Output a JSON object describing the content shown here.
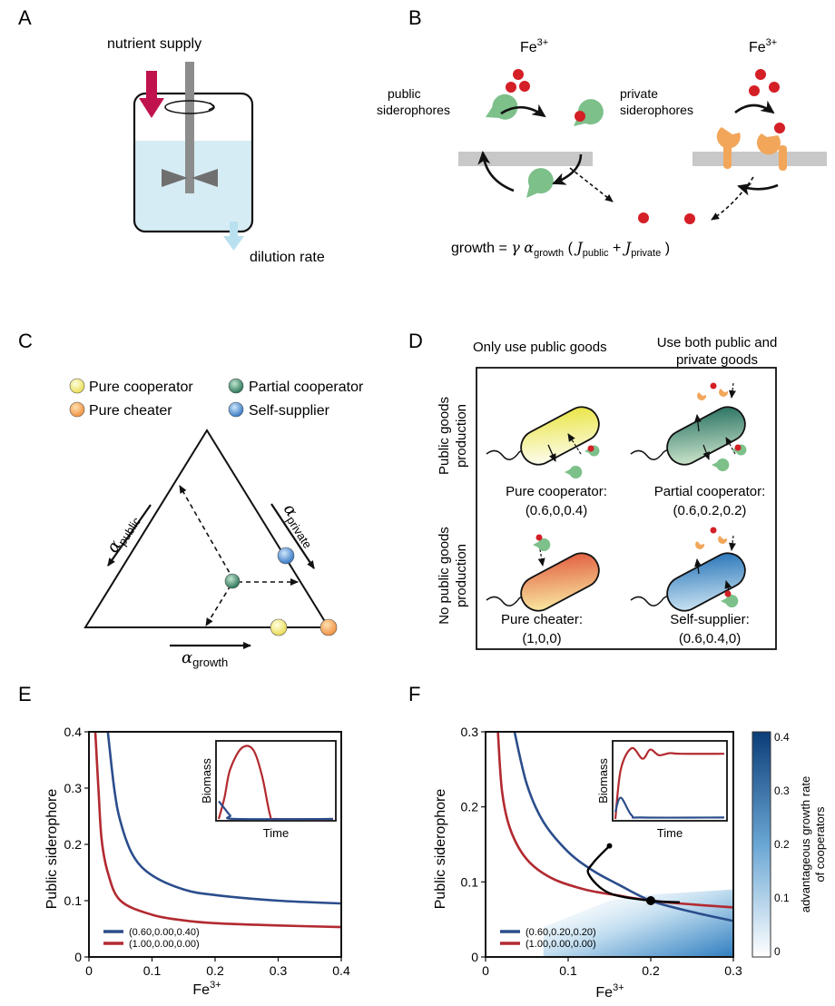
{
  "panels": {
    "A": {
      "letter": "A",
      "nutrient_supply": "nutrient supply",
      "dilution_rate": "dilution rate",
      "colors": {
        "arrow_in": "#c0134e",
        "arrow_out": "#b9e0ee",
        "medium": "#d6ecf4",
        "rod": "#8c8c8c"
      }
    },
    "B": {
      "letter": "B",
      "fe_left": "Fe",
      "fe_left_sup": "3+",
      "fe_right": "Fe",
      "fe_right_sup": "3+",
      "public_line1": "public",
      "public_line2": "siderophores",
      "private_line1": "private",
      "private_line2": "siderophores",
      "equation": {
        "growth": "growth = ",
        "gamma": "γ",
        "alpha": "α",
        "alpha_sub": "growth",
        "open": "(",
        "J1": "J",
        "J1_sub": "public",
        "plus": "+",
        "J2": "J",
        "J2_sub": "private",
        "close": ")"
      },
      "colors": {
        "iron": "#d41f26",
        "public": "#7dc08a",
        "private": "#f2a65a",
        "membrane": "#c8c8c8"
      }
    },
    "C": {
      "letter": "C",
      "legend": [
        {
          "label": "Pure cooperator",
          "color": "#f4ef8a"
        },
        {
          "label": "Partial cooperator",
          "color": "#3d8a6a"
        },
        {
          "label": "Pure cheater",
          "color": "#f4a35a"
        },
        {
          "label": "Self-supplier",
          "color": "#4a8fd0"
        }
      ],
      "alpha": "α",
      "sub_public": "public",
      "sub_private": "private",
      "sub_growth": "growth"
    },
    "D": {
      "letter": "D",
      "col1": "Only use public goods",
      "col2_line1": "Use both public and",
      "col2_line2": "private goods",
      "row1_line1": "Public goods",
      "row1_line2": "production",
      "row2_line1": "No public goods",
      "row2_line2": "production",
      "cells": [
        {
          "name": "Pure cooperator:",
          "tuple": "(0.6,0,0.4)",
          "color1": "#ffffff",
          "color2": "#e8e33a"
        },
        {
          "name": "Partial cooperator:",
          "tuple": "(0.6,0.2,0.2)",
          "color1": "#d9eed4",
          "color2": "#1f6b5c"
        },
        {
          "name": "Pure cheater:",
          "tuple": "(1,0,0)",
          "color1": "#fbf4a8",
          "color2": "#e0553a"
        },
        {
          "name": "Self-supplier:",
          "tuple": "(0.6,0.4,0)",
          "color1": "#d8ecf7",
          "color2": "#1f6fb5"
        }
      ]
    },
    "E": {
      "letter": "E",
      "ylabel": "Public siderophore",
      "xlabel": "Fe",
      "xlabel_sup": "3+",
      "inset_ylabel": "Biomass",
      "inset_xlabel": "Time"
    },
    "F": {
      "letter": "F",
      "ylabel": "Public siderophore",
      "xlabel": "Fe",
      "xlabel_sup": "3+",
      "inset_ylabel": "Biomass",
      "inset_xlabel": "Time",
      "colorbar_label_line1": "advantageous growth rate",
      "colorbar_label_line2": "of cooperators",
      "colorbar_ticks": [
        "0.4",
        "0.3",
        "0.2",
        "0.1",
        "0"
      ]
    }
  },
  "chart_data": [
    {
      "type": "line",
      "panel": "E",
      "xlim": [
        0,
        0.4
      ],
      "ylim": [
        0,
        0.4
      ],
      "xticks": [
        "0",
        "0.1",
        "0.2",
        "0.3",
        "0.4"
      ],
      "yticks": [
        "0",
        "0.1",
        "0.2",
        "0.3",
        "0.4"
      ],
      "legend": "bottom-left",
      "series": [
        {
          "name": "(0.60,0.00,0.40)",
          "color": "#2b4d8c",
          "x": [
            0.03,
            0.04,
            0.05,
            0.07,
            0.1,
            0.15,
            0.2,
            0.3,
            0.4
          ],
          "y": [
            0.4,
            0.3,
            0.24,
            0.18,
            0.145,
            0.12,
            0.11,
            0.1,
            0.095
          ]
        },
        {
          "name": "(1.00,0.00,0.00)",
          "color": "#b22a30",
          "x": [
            0.01,
            0.015,
            0.02,
            0.03,
            0.05,
            0.1,
            0.15,
            0.2,
            0.3,
            0.4
          ],
          "y": [
            0.4,
            0.3,
            0.21,
            0.15,
            0.1,
            0.075,
            0.065,
            0.06,
            0.056,
            0.053
          ]
        }
      ],
      "inset": {
        "ylabel": "Biomass",
        "xlabel": "Time",
        "series": [
          {
            "color": "#b22a30",
            "x": [
              0,
              0.05,
              0.1,
              0.2,
              0.3,
              0.38,
              0.45,
              0.5,
              1
            ],
            "y": [
              0,
              0.3,
              0.7,
              1.0,
              0.98,
              0.6,
              0.05,
              0,
              0
            ]
          },
          {
            "color": "#2b4d8c",
            "x": [
              0,
              0.05,
              0.1,
              0.15,
              1
            ],
            "y": [
              0.25,
              0.15,
              0.05,
              0,
              0
            ]
          }
        ]
      }
    },
    {
      "type": "line",
      "panel": "F",
      "xlim": [
        0,
        0.3
      ],
      "ylim": [
        0,
        0.3
      ],
      "xticks": [
        "0",
        "0.1",
        "0.2",
        "0.3"
      ],
      "yticks": [
        "0",
        "0.1",
        "0.2",
        "0.3"
      ],
      "legend": "bottom-left",
      "series": [
        {
          "name": "(0.60,0.20,0.20)",
          "color": "#2b4d8c",
          "x": [
            0.035,
            0.05,
            0.07,
            0.1,
            0.13,
            0.16,
            0.2,
            0.25,
            0.3
          ],
          "y": [
            0.3,
            0.23,
            0.18,
            0.14,
            0.115,
            0.097,
            0.075,
            0.06,
            0.048
          ]
        },
        {
          "name": "(1.00,0.00,0.00)",
          "color": "#b22a30",
          "x": [
            0.015,
            0.02,
            0.03,
            0.05,
            0.08,
            0.12,
            0.16,
            0.2,
            0.25,
            0.3
          ],
          "y": [
            0.3,
            0.22,
            0.17,
            0.13,
            0.105,
            0.09,
            0.082,
            0.075,
            0.07,
            0.066
          ]
        }
      ],
      "trajectory": {
        "color": "#000000",
        "x": [
          0.15,
          0.13,
          0.125,
          0.15,
          0.2,
          0.235
        ],
        "y": [
          0.148,
          0.125,
          0.11,
          0.085,
          0.075,
          0.073
        ]
      },
      "equilibrium": {
        "x": 0.2,
        "y": 0.075
      },
      "inset": {
        "ylabel": "Biomass",
        "xlabel": "Time",
        "series": [
          {
            "color": "#b22a30",
            "x": [
              0,
              0.05,
              0.15,
              0.25,
              0.32,
              0.4,
              0.5,
              0.6,
              1
            ],
            "y": [
              0,
              0.7,
              1.0,
              0.85,
              0.98,
              0.9,
              0.93,
              0.92,
              0.92
            ]
          },
          {
            "color": "#2b4d8c",
            "x": [
              0,
              0.05,
              0.15,
              0.25,
              1
            ],
            "y": [
              0.1,
              0.3,
              0.05,
              0.02,
              0.02
            ]
          }
        ]
      }
    }
  ]
}
